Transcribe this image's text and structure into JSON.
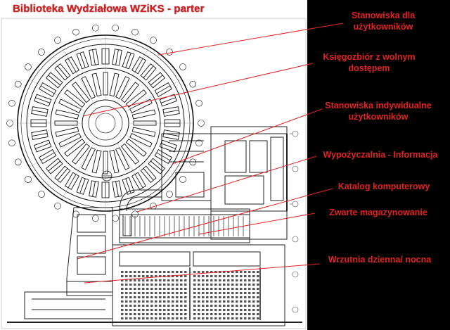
{
  "title": "Biblioteka Wydziałowa WZiKS  - parter",
  "colors": {
    "background": "#000000",
    "paper": "#ffffff",
    "ink": "#111111",
    "accent": "#e32222"
  },
  "callouts": [
    {
      "lines": [
        "Stanowiska dla",
        "użytkowników"
      ]
    },
    {
      "lines": [
        "Księgozbiór z wolnym",
        "dostępem"
      ]
    },
    {
      "lines": [
        "Stanowiska indywidualne",
        "użytkowników"
      ]
    },
    {
      "lines": [
        "Wypożyczalnia - Informacja"
      ]
    },
    {
      "lines": [
        "Katalog komputerowy"
      ]
    },
    {
      "lines": [
        "Zwarte magazynowanie"
      ]
    },
    {
      "lines": [
        "Wrzutnia dzienna/ nocna"
      ]
    }
  ]
}
